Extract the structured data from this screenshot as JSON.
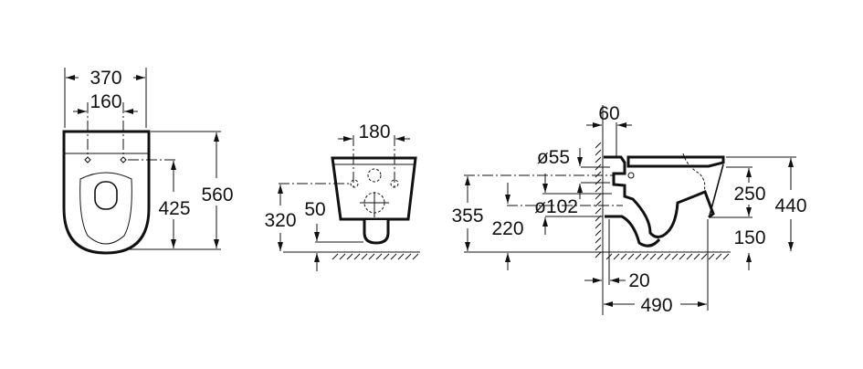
{
  "drawing": {
    "front_view": {
      "width_total": "370",
      "fixing_spacing": "160",
      "fixing_height": "425",
      "depth_total": "560"
    },
    "rear_view": {
      "fixing_spacing": "180",
      "centerline_height": "320",
      "outlet_clearance": "50"
    },
    "side_view": {
      "wall_offset": "60",
      "inlet_diameter": "ø55",
      "outlet_diameter": "ø102",
      "inlet_height": "355",
      "outlet_height": "220",
      "bowl_height": "250",
      "total_height": "440",
      "underside_height": "150",
      "outlet_projection": "20",
      "projection": "490"
    }
  }
}
